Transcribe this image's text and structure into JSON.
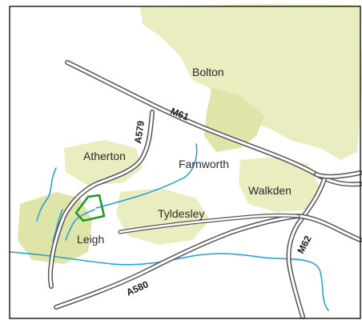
{
  "colors": {
    "urban": "#e9edc0",
    "urban_dark": "#dfe4a8",
    "river": "#1aa0d8",
    "road_outline": "#555555",
    "road_fill": "#ffffff",
    "site": "#1a9a2a",
    "frame": "#222222"
  },
  "places": {
    "bolton": "Bolton",
    "atherton": "Atherton",
    "farnworth": "Farnworth",
    "walkden": "Walkden",
    "tyldesley": "Tyldesley",
    "leigh": "Leigh"
  },
  "roads": {
    "m61": "M61",
    "a579": "A579",
    "m62": "M62",
    "a580": "A580"
  }
}
